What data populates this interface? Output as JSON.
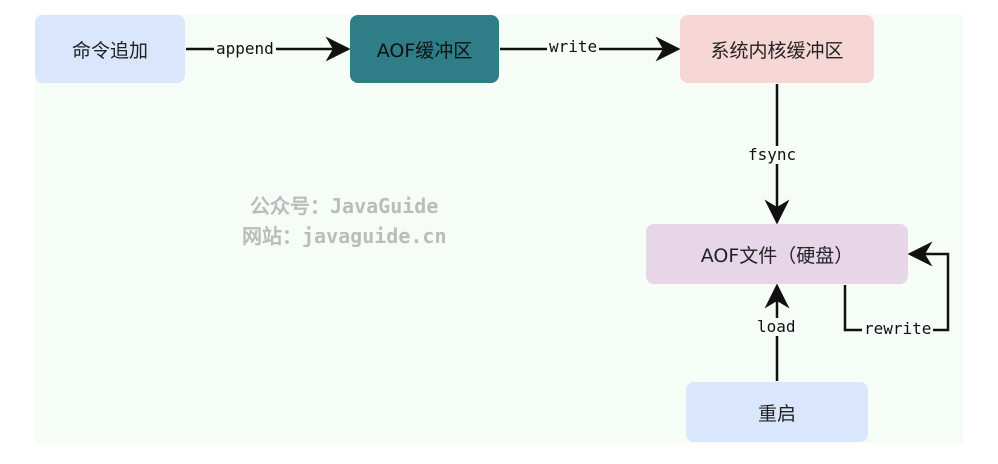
{
  "nodes": {
    "cmd": "命令追加",
    "aof_buf": "AOF缓冲区",
    "kernel_buf": "系统内核缓冲区",
    "aof_file": "AOF文件（硬盘）",
    "restart": "重启"
  },
  "edges": {
    "append": "append",
    "write": "write",
    "fsync": "fsync",
    "load": "load",
    "rewrite": "rewrite"
  },
  "watermark": {
    "line1": "公众号：JavaGuide",
    "line2": "网站：javaguide.cn"
  },
  "colors": {
    "blue": "#dae6fb",
    "teal": "#2f7d86",
    "pink": "#f6d7d6",
    "purple": "#e6d6e8"
  }
}
